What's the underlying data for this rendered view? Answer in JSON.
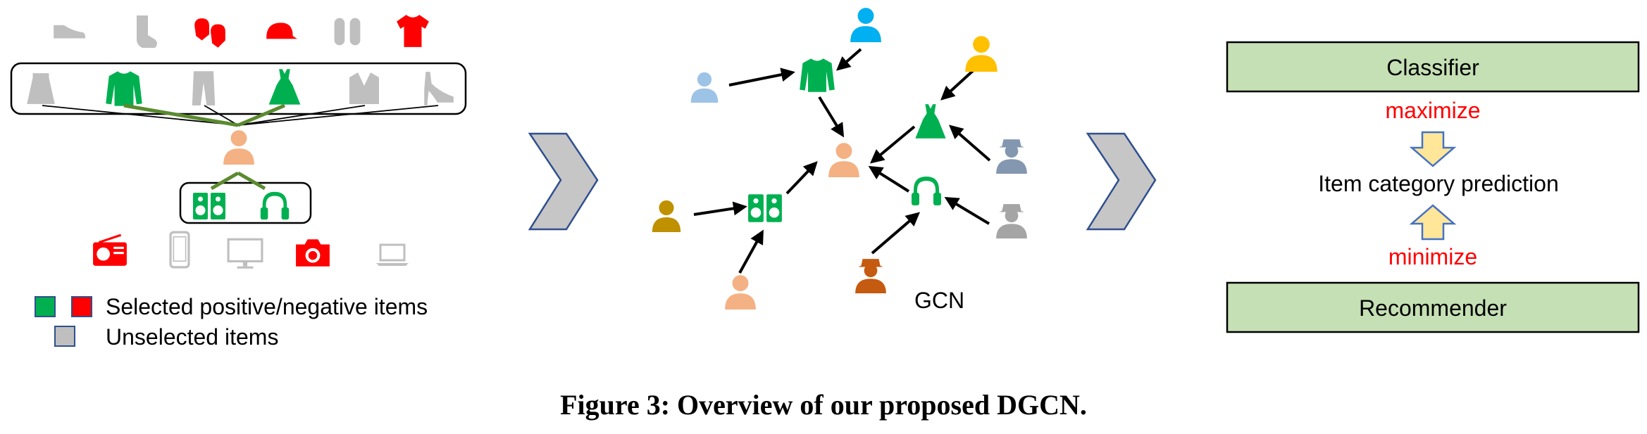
{
  "colors": {
    "selected_positive": "#00b050",
    "selected_negative": "#ff0000",
    "unselected": "#bfbfbf",
    "box_fill": "#c5e0b4",
    "chevron": "#c6c6c6",
    "chevron_stroke": "#2f4f8f",
    "arrow_fill": "#ffe699",
    "arrow_stroke": "#4472c4",
    "green_line": "#5b8a2f"
  },
  "legend": {
    "selected_label": "Selected positive/negative items",
    "unselected_label": "Unselected items"
  },
  "gcn": {
    "label": "GCN"
  },
  "right_panel": {
    "classifier": "Classifier",
    "maximize": "maximize",
    "prediction": "Item category prediction",
    "minimize": "minimize",
    "recommender": "Recommender"
  },
  "caption": "Figure 3: Overview of our proposed DGCN."
}
